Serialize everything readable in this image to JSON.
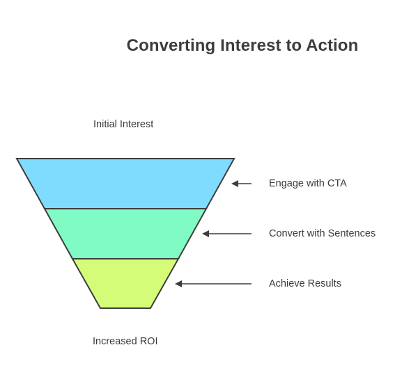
{
  "title": "Converting Interest to Action",
  "top_label": "Initial Interest",
  "bottom_label": "Increased ROI",
  "stages": [
    {
      "label": "Engage with CTA",
      "color": "#7fdcff"
    },
    {
      "label": "Convert with Sentences",
      "color": "#80fbc5"
    },
    {
      "label": "Achieve Results",
      "color": "#d4fc78"
    }
  ],
  "outline_color": "#3d3d3d",
  "arrow_color": "#3d3d3d"
}
